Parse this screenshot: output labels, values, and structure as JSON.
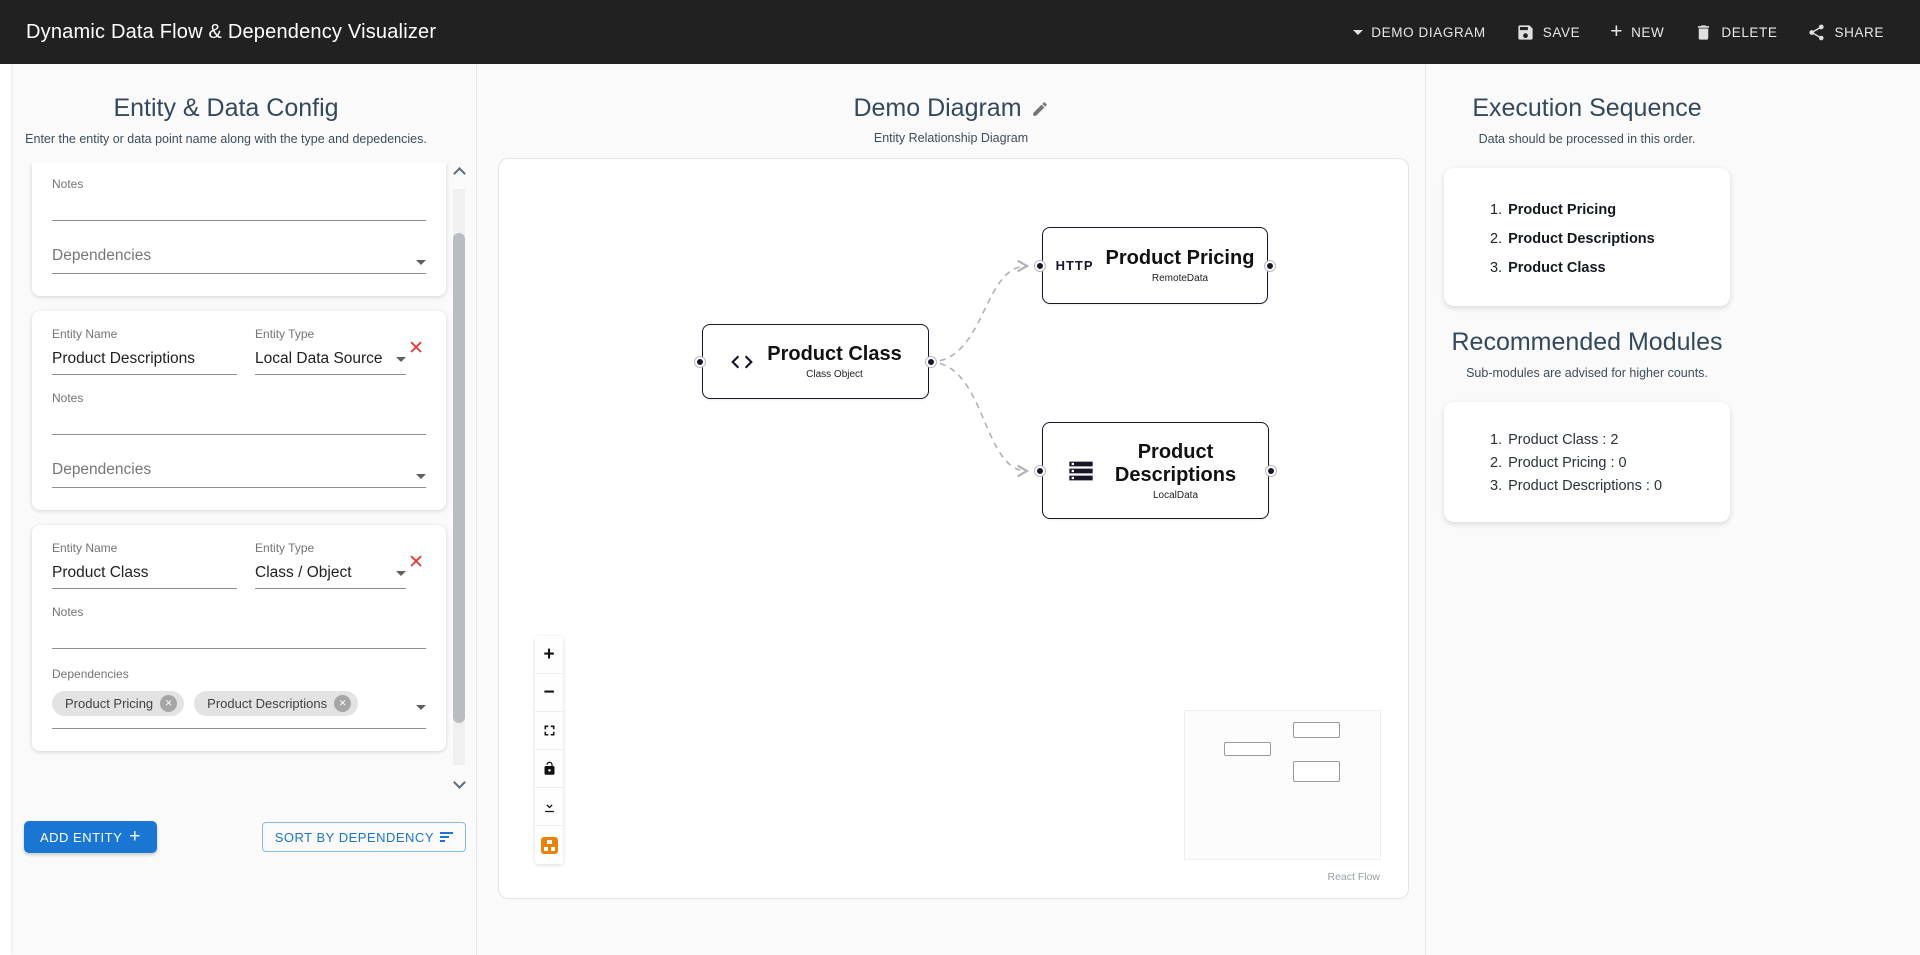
{
  "header": {
    "title": "Dynamic Data Flow & Dependency Visualizer",
    "diagram_select_label": "DEMO DIAGRAM",
    "save_label": "SAVE",
    "new_label": "NEW",
    "delete_label": "DELETE",
    "share_label": "SHARE"
  },
  "config_panel": {
    "title": "Entity & Data Config",
    "subtitle": "Enter the entity or data point name along with the type and depedencies.",
    "labels": {
      "entity_name": "Entity Name",
      "entity_type": "Entity Type",
      "notes": "Notes",
      "dependencies": "Dependencies"
    },
    "cards": [
      {
        "notes_label": "Notes",
        "dependencies_placeholder": "Dependencies"
      },
      {
        "entity_name": "Product Descriptions",
        "entity_type": "Local Data Source",
        "notes_label": "Notes",
        "dependencies_placeholder": "Dependencies",
        "close_glyph": "✕"
      },
      {
        "entity_name": "Product Class",
        "entity_type": "Class / Object",
        "notes_label": "Notes",
        "dependencies_label": "Dependencies",
        "close_glyph": "✕",
        "chips": [
          {
            "label": "Product Pricing",
            "remove_glyph": "✕"
          },
          {
            "label": "Product Descriptions",
            "remove_glyph": "✕"
          }
        ]
      }
    ],
    "add_entity_label": "ADD ENTITY",
    "add_entity_plus": "+",
    "sort_label": "SORT BY DEPENDENCY"
  },
  "diagram": {
    "title": "Demo Diagram",
    "subtitle": "Entity Relationship Diagram",
    "nodes": [
      {
        "title": "Product Class",
        "subtitle": "Class Object"
      },
      {
        "title": "Product Pricing",
        "subtitle": "RemoteData",
        "icon_text": "HTTP"
      },
      {
        "title": "Product Descriptions",
        "subtitle": "LocalData"
      }
    ],
    "controls": {
      "zoom_in": "+",
      "zoom_out": "−"
    },
    "attribution": "React Flow",
    "edge_color": "#b1b1b7",
    "node_border_color": "#17162b"
  },
  "execution_panel": {
    "title": "Execution Sequence",
    "subtitle": "Data should be processed in this order.",
    "items": [
      {
        "num": "1.",
        "label": "Product Pricing"
      },
      {
        "num": "2.",
        "label": "Product Descriptions"
      },
      {
        "num": "3.",
        "label": "Product Class"
      }
    ]
  },
  "modules_panel": {
    "title": "Recommended Modules",
    "subtitle": "Sub-modules are advised for higher counts.",
    "items": [
      {
        "num": "1.",
        "label": "Product Class : 2"
      },
      {
        "num": "2.",
        "label": "Product Pricing : 0"
      },
      {
        "num": "3.",
        "label": "Product Descriptions : 0"
      }
    ]
  },
  "colors": {
    "header_bg": "#212121",
    "primary_blue": "#1976d2",
    "heading": "#34495e",
    "danger_red": "#e5393c",
    "chip_bg": "#e3e3e3",
    "logo_orange": "#e8830c"
  }
}
